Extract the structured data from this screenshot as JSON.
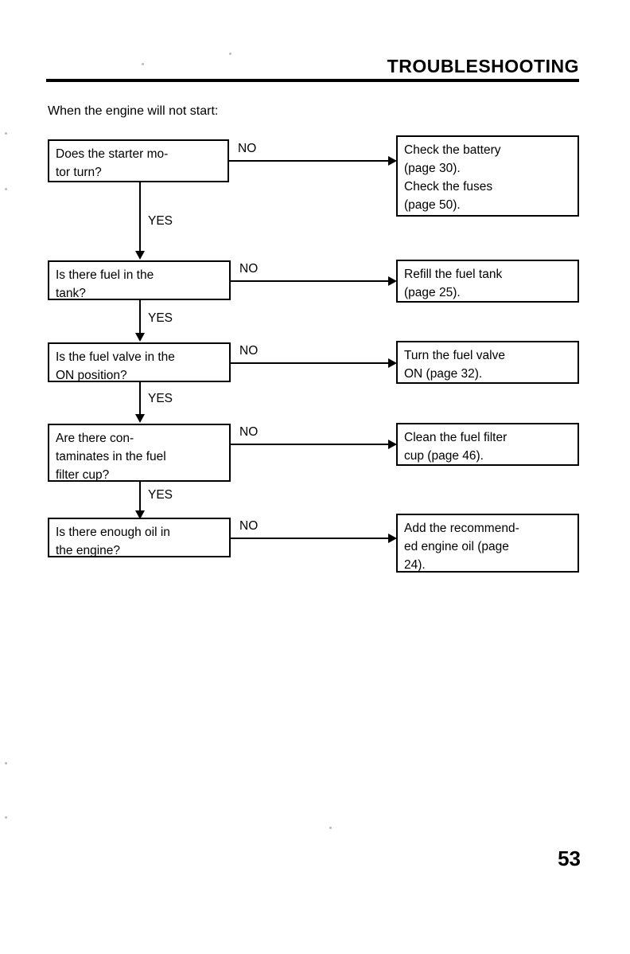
{
  "header": {
    "title": "TROUBLESHOOTING"
  },
  "intro": "When the engine will not start:",
  "footer": {
    "page_number": "53"
  },
  "edge_labels": {
    "no": "NO",
    "yes": "YES"
  },
  "flow": {
    "questions": [
      {
        "id": "starter-motor",
        "lines": [
          "Does the starter mo-",
          "tor turn?"
        ]
      },
      {
        "id": "fuel-in-tank",
        "lines": [
          "Is there fuel in the",
          "tank?"
        ]
      },
      {
        "id": "fuel-valve-on",
        "lines": [
          "Is the fuel valve in the",
          "ON position?"
        ]
      },
      {
        "id": "contaminates-filter-cup",
        "lines": [
          "Are there con-",
          "taminates in the fuel",
          "filter cup?"
        ]
      },
      {
        "id": "enough-oil",
        "lines": [
          "Is there enough oil in",
          "the engine?"
        ]
      }
    ],
    "actions": [
      {
        "id": "check-battery-fuses",
        "lines": [
          "Check the battery",
          "(page 30).",
          "Check the fuses",
          "(page 50)."
        ]
      },
      {
        "id": "refill-fuel-tank",
        "lines": [
          "Refill the fuel tank",
          "(page 25)."
        ]
      },
      {
        "id": "turn-fuel-valve-on",
        "lines": [
          "Turn the fuel valve",
          "ON (page 32)."
        ]
      },
      {
        "id": "clean-fuel-filter-cup",
        "lines": [
          "Clean the fuel filter",
          "cup (page 46)."
        ]
      },
      {
        "id": "add-engine-oil",
        "lines": [
          "Add the recommend-",
          "ed engine oil (page",
          "24)."
        ]
      }
    ]
  }
}
